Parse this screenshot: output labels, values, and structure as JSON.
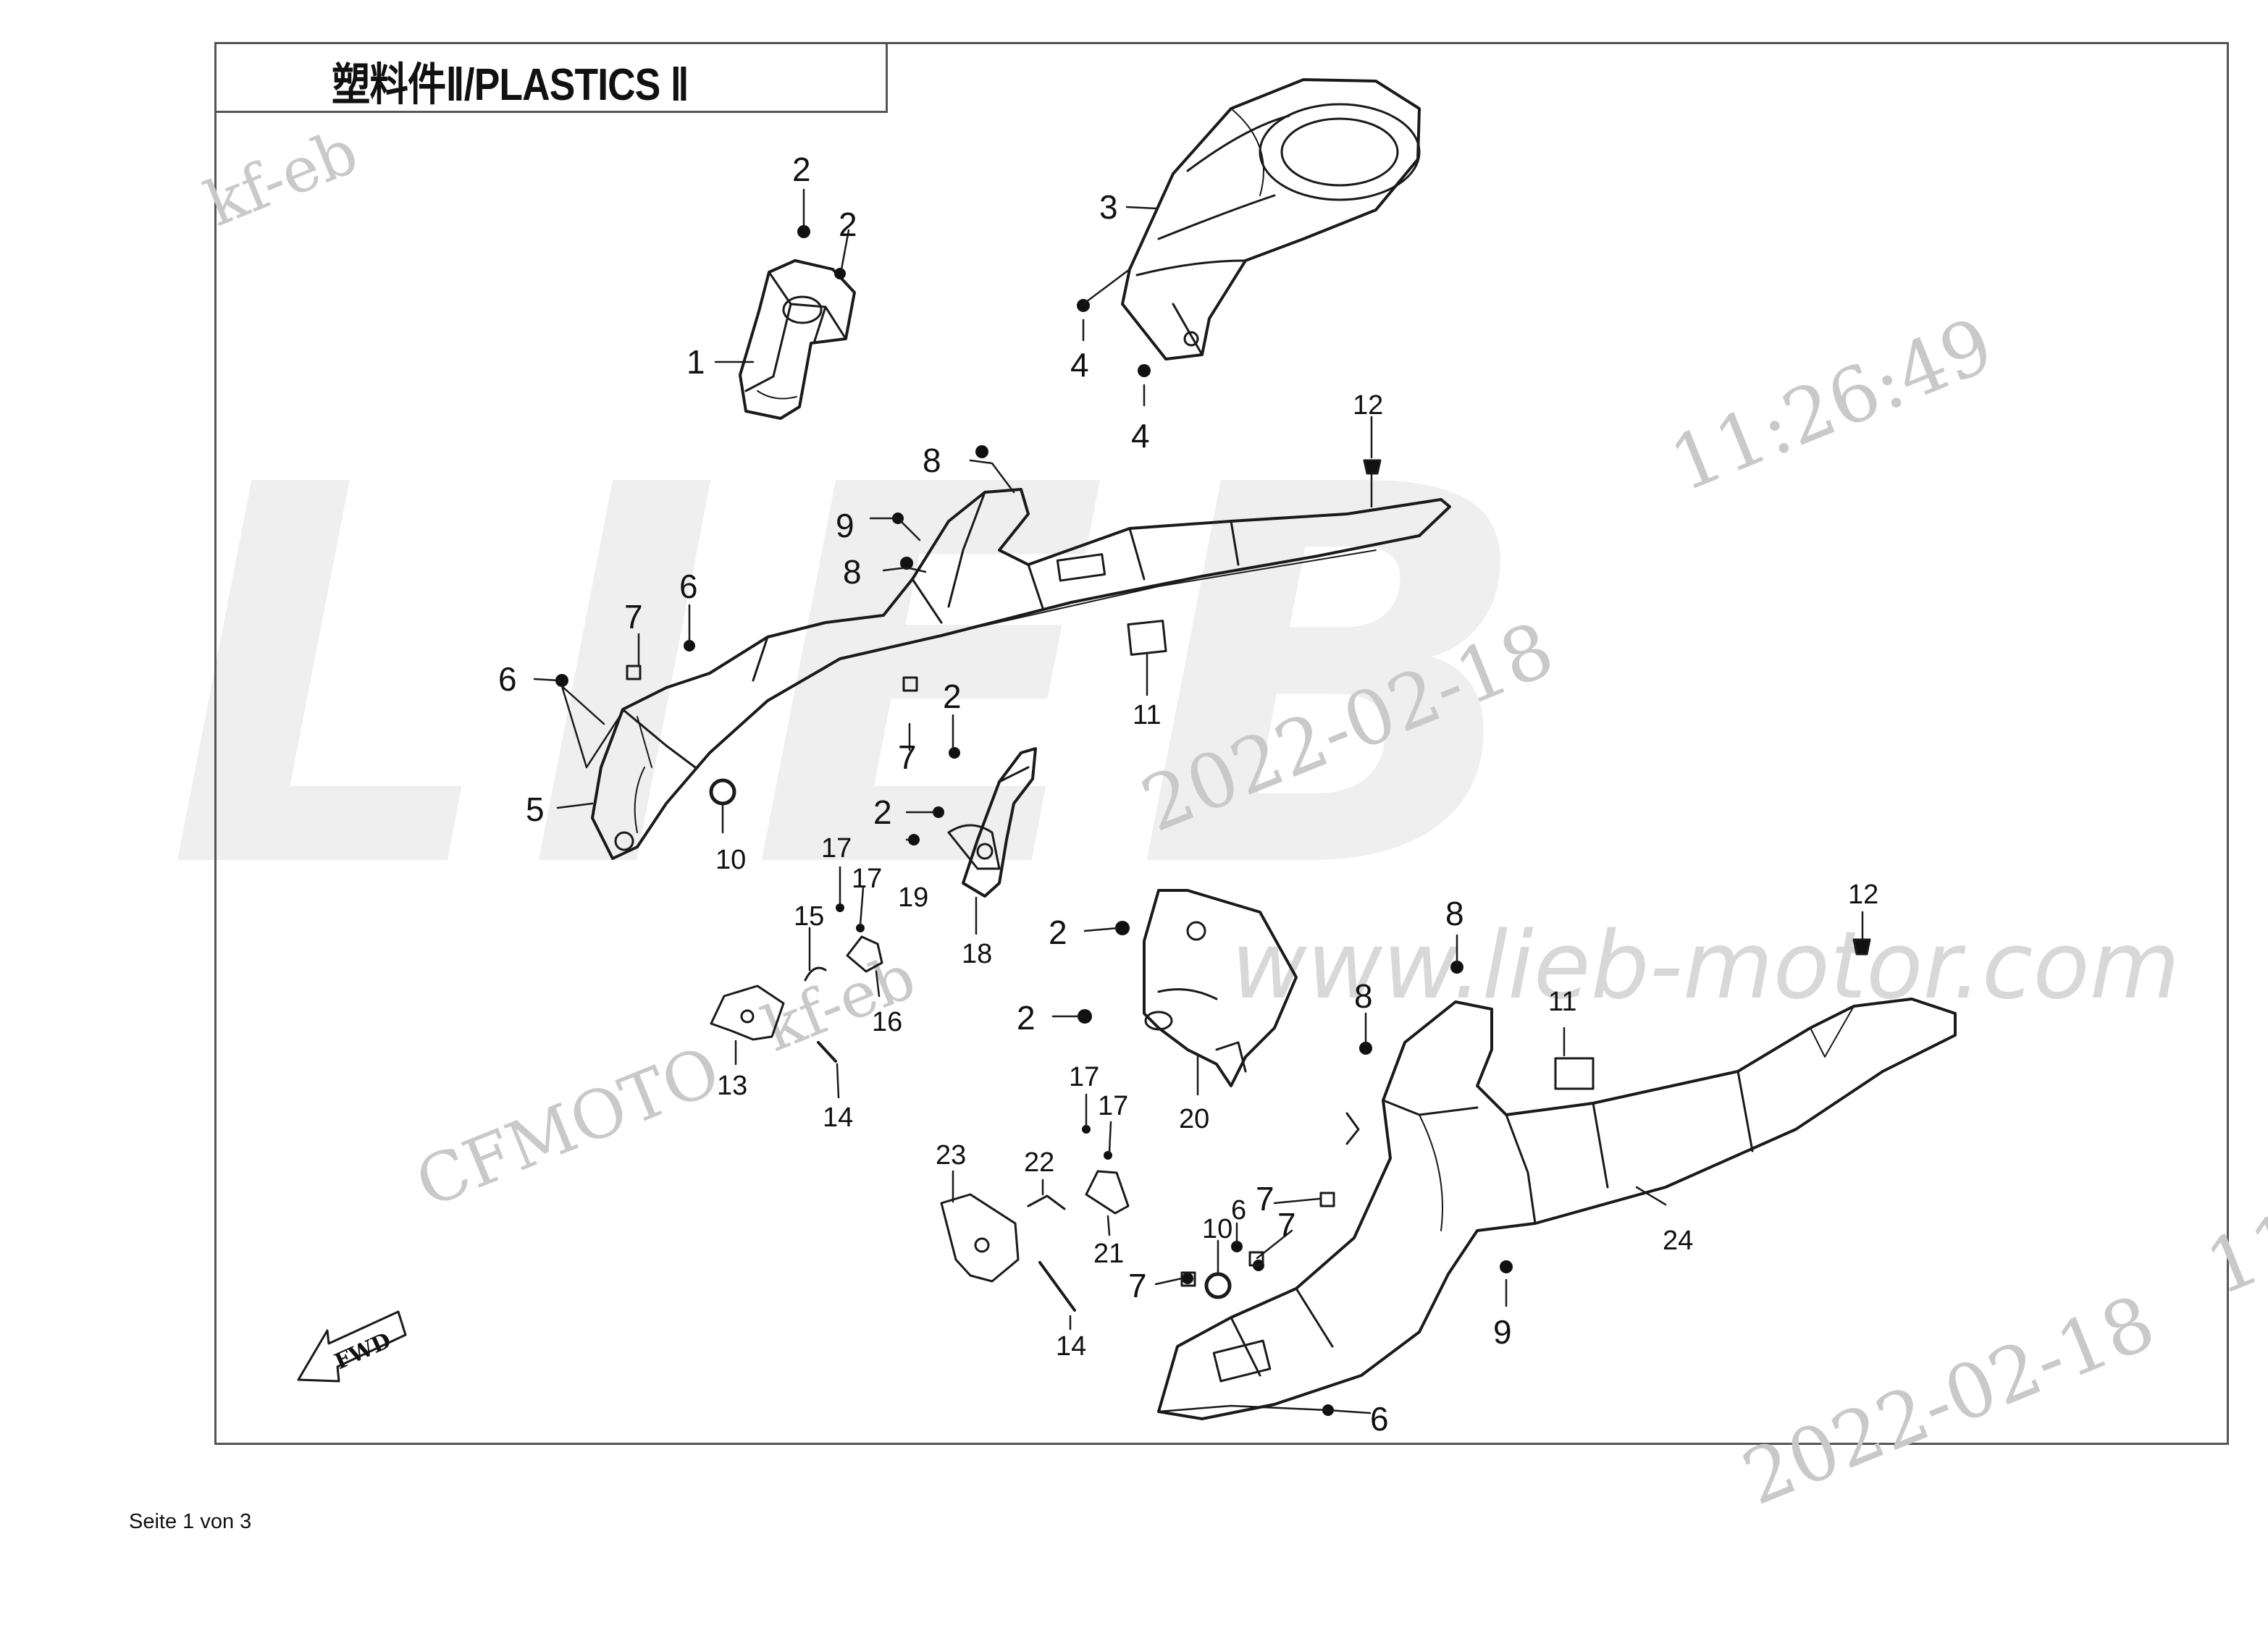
{
  "title": "塑料件Ⅱ/PLASTICS Ⅱ",
  "footer": "Seite 1 von 3",
  "fwd_label": "FWD",
  "watermarks": {
    "brand": "LIEB",
    "user": "kf-eb",
    "user2": "kf-eb",
    "time": "11:26:49",
    "date1": "2022-02-18",
    "date2": "2022-02-18",
    "url": "www.lieb-motor.com",
    "cfmoto": "CFMOTO",
    "time_edge": "11"
  },
  "colors": {
    "line": "#1a1a1a",
    "frame": "#555555",
    "watermark": "#c9c9c9",
    "brand_watermark": "#efefef"
  },
  "callouts": [
    "2",
    "2",
    "1",
    "3",
    "4",
    "4",
    "12",
    "8",
    "9",
    "8",
    "6",
    "7",
    "6",
    "11",
    "5",
    "10",
    "2",
    "7",
    "2",
    "19",
    "18",
    "17",
    "17",
    "15",
    "16",
    "13",
    "14",
    "2",
    "2",
    "20",
    "8",
    "11",
    "12",
    "8",
    "17",
    "17",
    "23",
    "22",
    "21",
    "14",
    "10",
    "6",
    "7",
    "7",
    "7",
    "24",
    "9",
    "6"
  ]
}
